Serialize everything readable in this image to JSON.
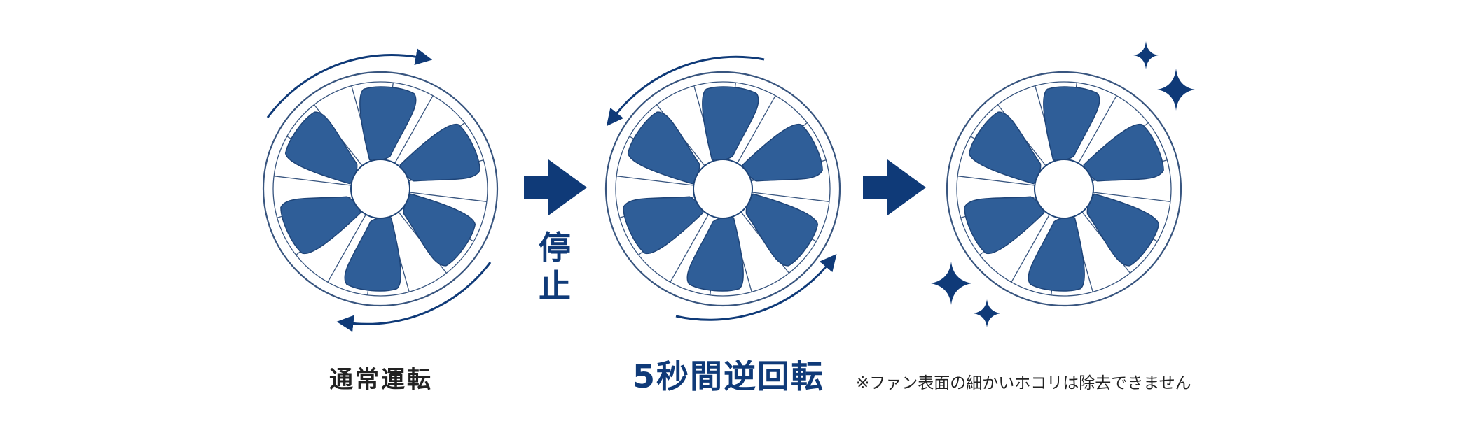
{
  "labels": {
    "normal": "通常運転",
    "stop_1": "停",
    "stop_2": "止",
    "reverse": "5秒間逆回転",
    "note": "※ファン表面の細かいホコリは除去できません"
  },
  "colors": {
    "blade": "#2f5e98",
    "blade_edge": "#1e4478",
    "line": "#38557f",
    "arrow": "#0f3a78",
    "text": "#222222"
  },
  "icons": [
    "fan-icon",
    "rotation-arrow-icon",
    "step-arrow-icon",
    "sparkle-icon"
  ]
}
